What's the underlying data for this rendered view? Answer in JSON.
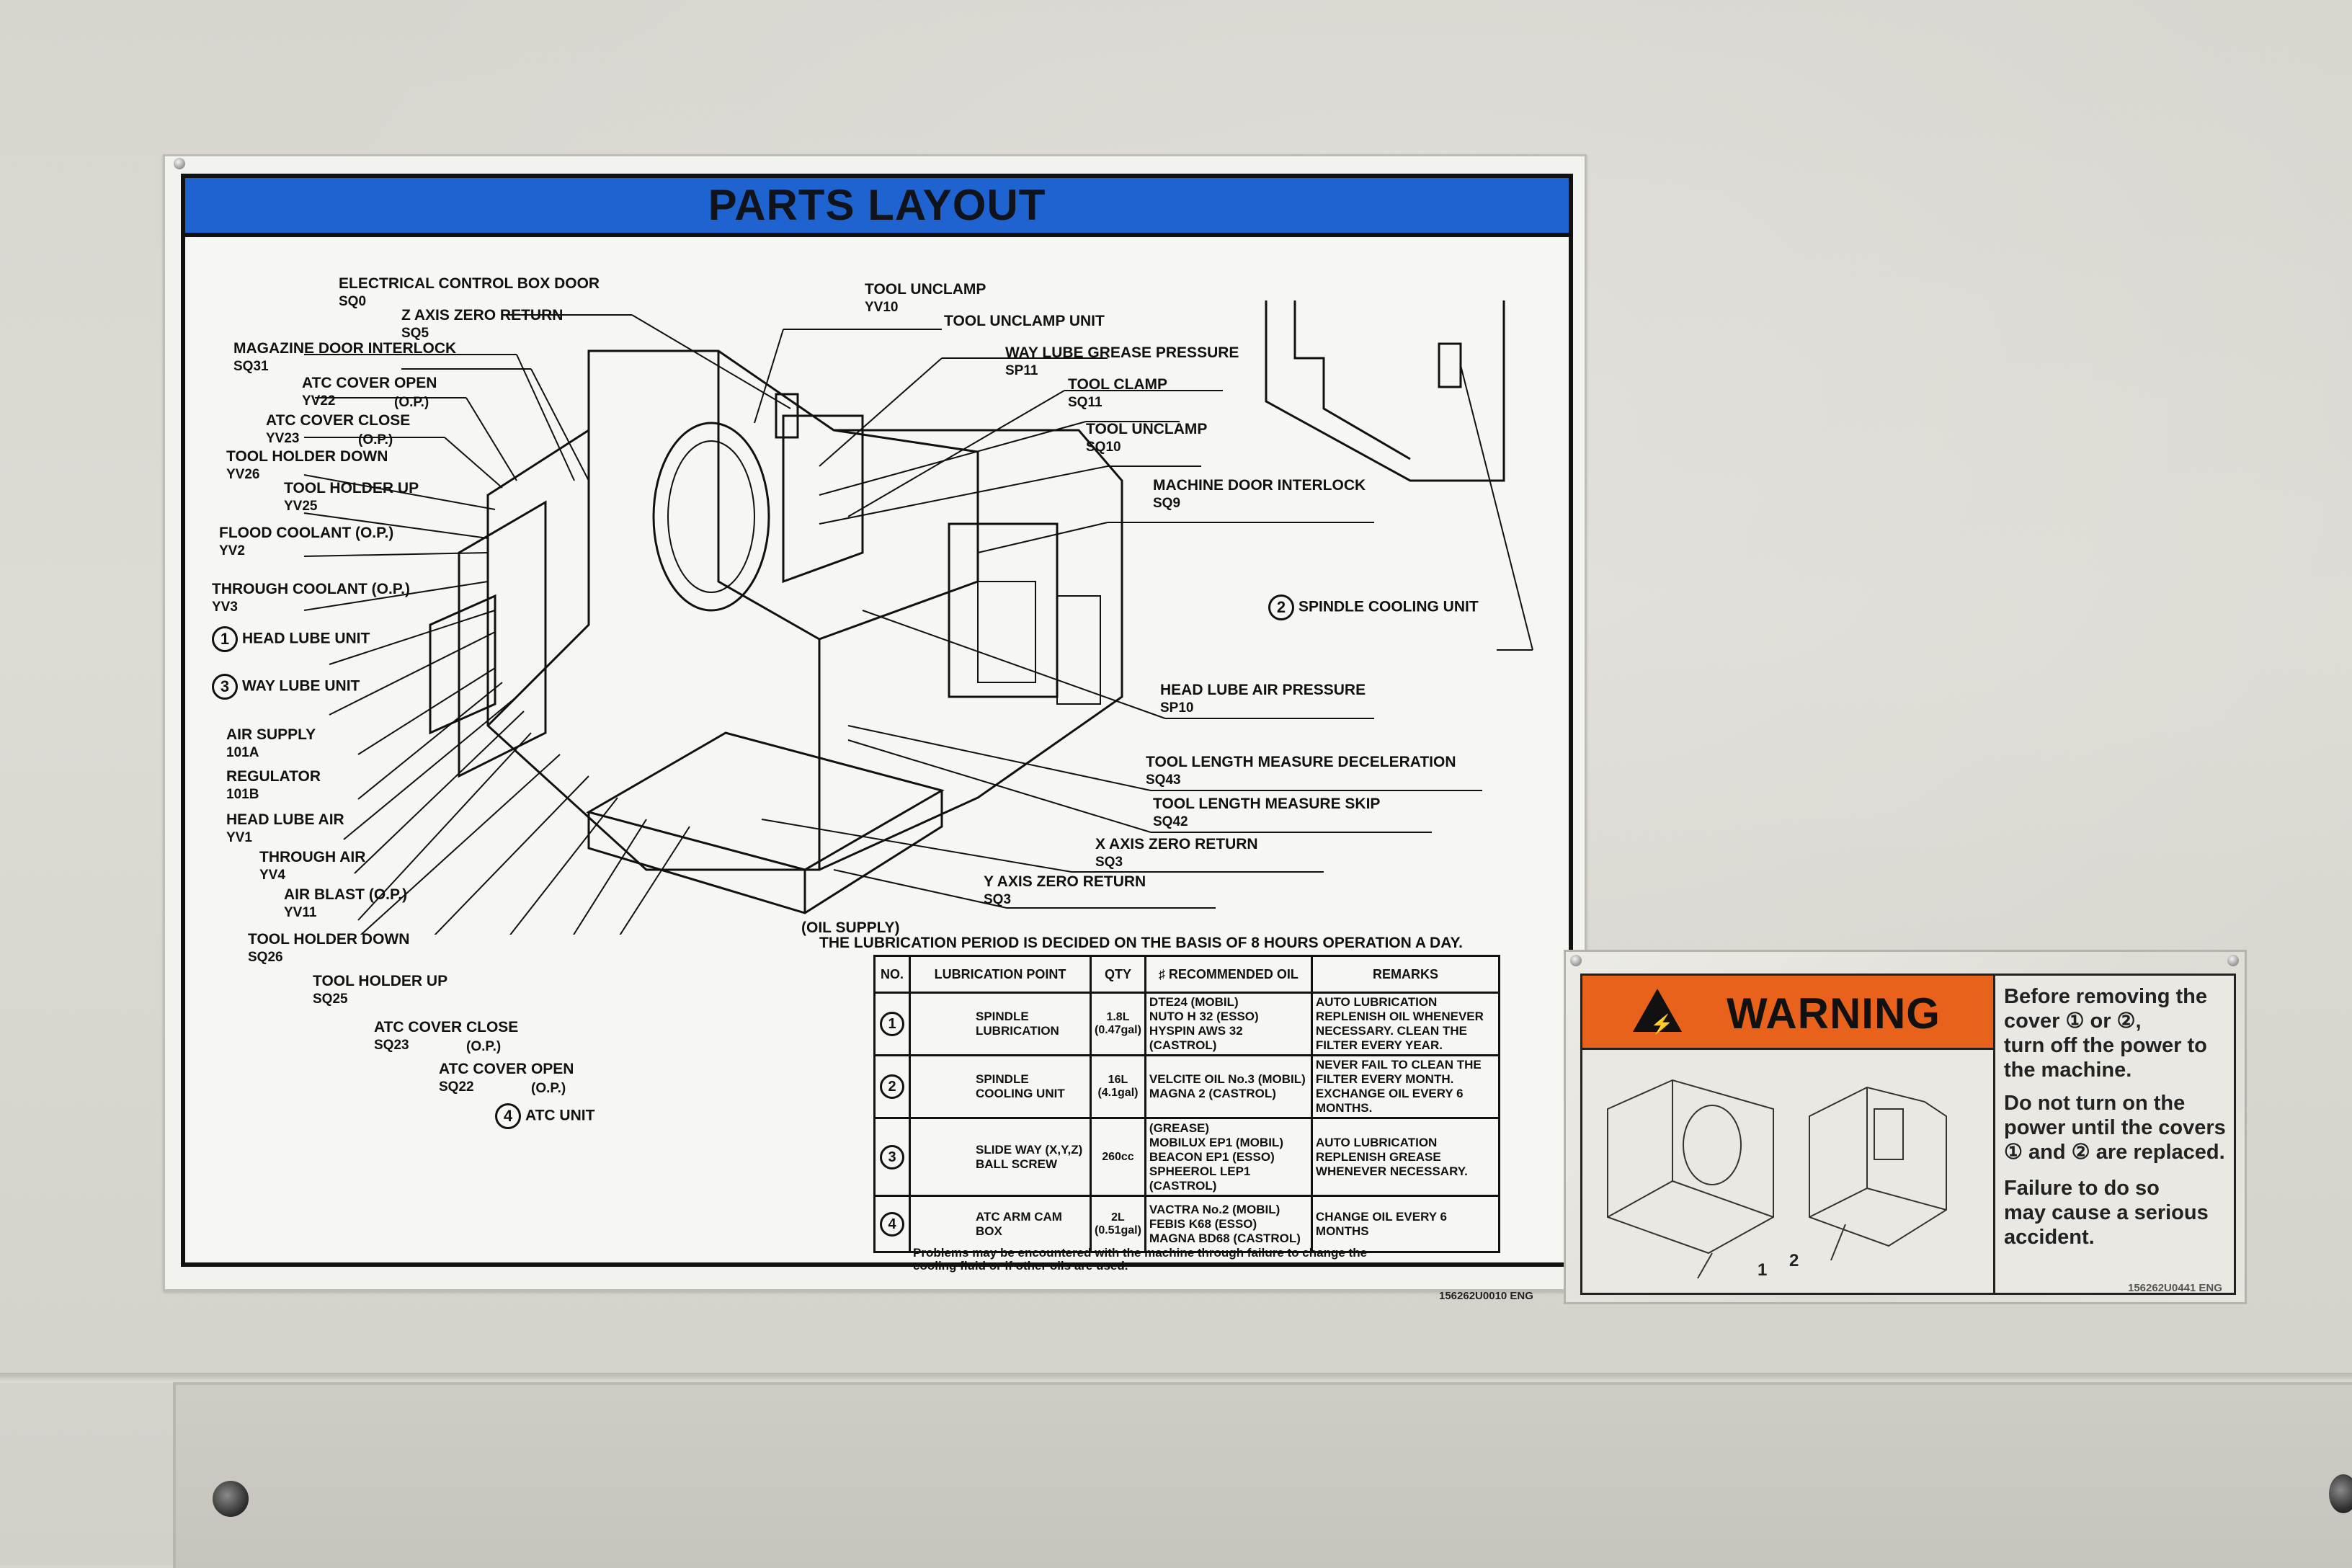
{
  "parts_layout": {
    "title": "PARTS LAYOUT",
    "labels": [
      {
        "name": "ELECTRICAL CONTROL BOX DOOR",
        "code": "SQ0"
      },
      {
        "name": "Z AXIS ZERO RETURN",
        "code": "SQ5"
      },
      {
        "name": "MAGAZINE DOOR INTERLOCK",
        "code": "SQ31"
      },
      {
        "name": "ATC COVER OPEN",
        "code": "YV22",
        "note": "(O.P.)"
      },
      {
        "name": "ATC COVER CLOSE",
        "code": "YV23",
        "note": "(O.P.)"
      },
      {
        "name": "TOOL HOLDER DOWN",
        "code": "YV26"
      },
      {
        "name": "TOOL HOLDER UP",
        "code": "YV25"
      },
      {
        "name": "FLOOD COOLANT (O.P.)",
        "code": "YV2"
      },
      {
        "name": "THROUGH COOLANT (O.P.)",
        "code": "YV3"
      },
      {
        "name": "HEAD LUBE UNIT",
        "num": "1"
      },
      {
        "name": "WAY LUBE UNIT",
        "num": "3"
      },
      {
        "name": "AIR SUPPLY",
        "code": "101A"
      },
      {
        "name": "REGULATOR",
        "code": "101B"
      },
      {
        "name": "HEAD LUBE AIR",
        "code": "YV1"
      },
      {
        "name": "THROUGH AIR",
        "code": "YV4"
      },
      {
        "name": "AIR BLAST (O.P.)",
        "code": "YV11"
      },
      {
        "name": "TOOL HOLDER DOWN",
        "code": "SQ26"
      },
      {
        "name": "TOOL HOLDER UP",
        "code": "SQ25"
      },
      {
        "name": "ATC COVER CLOSE",
        "code": "SQ23",
        "note": "(O.P.)"
      },
      {
        "name": "ATC COVER OPEN",
        "code": "SQ22",
        "note": "(O.P.)"
      },
      {
        "name": "ATC UNIT",
        "num": "4"
      },
      {
        "name": "TOOL UNCLAMP",
        "code": "YV10"
      },
      {
        "name": "TOOL UNCLAMP UNIT"
      },
      {
        "name": "WAY LUBE GREASE PRESSURE",
        "code": "SP11"
      },
      {
        "name": "TOOL CLAMP",
        "code": "SQ11"
      },
      {
        "name": "TOOL UNCLAMP",
        "code": "SQ10"
      },
      {
        "name": "MACHINE DOOR INTERLOCK",
        "code": "SQ9"
      },
      {
        "name": "SPINDLE COOLING UNIT",
        "num": "2"
      },
      {
        "name": "HEAD LUBE AIR PRESSURE",
        "code": "SP10"
      },
      {
        "name": "TOOL LENGTH MEASURE DECELERATION",
        "code": "SQ43"
      },
      {
        "name": "TOOL LENGTH MEASURE SKIP",
        "code": "SQ42"
      },
      {
        "name": "X AXIS ZERO RETURN",
        "code": "SQ3"
      },
      {
        "name": "Y AXIS ZERO RETURN",
        "code": "SQ3"
      },
      {
        "name": "(OIL SUPPLY)"
      }
    ],
    "basis_note": "THE LUBRICATION PERIOD IS DECIDED ON THE BASIS OF 8 HOURS OPERATION A DAY.",
    "table": {
      "headers": [
        "NO.",
        "LUBRICATION POINT",
        "QTY",
        "♯ RECOMMENDED OIL",
        "REMARKS"
      ],
      "rows": [
        {
          "no": "1",
          "point": "SPINDLE LUBRICATION",
          "qty": "1.8L (0.47gal)",
          "oil": [
            "DTE24 (MOBIL)",
            "NUTO H 32 (ESSO)",
            "HYSPIN AWS 32 (CASTROL)"
          ],
          "remarks": "AUTO LUBRICATION REPLENISH OIL WHENEVER NECESSARY. CLEAN THE FILTER EVERY YEAR."
        },
        {
          "no": "2",
          "point": "SPINDLE COOLING UNIT",
          "qty": "16L (4.1gal)",
          "oil": [
            "VELCITE OIL No.3 (MOBIL)",
            "MAGNA 2 (CASTROL)"
          ],
          "remarks": "NEVER FAIL TO CLEAN THE FILTER EVERY MONTH. EXCHANGE OIL EVERY 6 MONTHS."
        },
        {
          "no": "3",
          "point": "SLIDE WAY (X,Y,Z) BALL SCREW",
          "qty": "260cc",
          "oil": [
            "(GREASE)",
            "MOBILUX EP1 (MOBIL)",
            "BEACON EP1 (ESSO)",
            "SPHEEROL LEP1 (CASTROL)"
          ],
          "remarks": "AUTO LUBRICATION REPLENISH GREASE WHENEVER NECESSARY."
        },
        {
          "no": "4",
          "point": "ATC ARM CAM BOX",
          "qty": "2L (0.51gal)",
          "oil": [
            "VACTRA No.2 (MOBIL)",
            "FEBIS K68 (ESSO)",
            "MAGNA BD68 (CASTROL)"
          ],
          "remarks": "CHANGE OIL EVERY 6 MONTHS"
        }
      ]
    },
    "problems_note": "Problems may be encountered with the machine through failure to change the cooling fluid or if other oils are used.",
    "part_number": "156262U0010 ENG"
  },
  "warning": {
    "title": "WARNING",
    "text": [
      "Before removing the",
      "cover ① or ②,",
      "turn off the power to",
      "the machine.",
      "Do not turn on the",
      "power until the covers",
      "① and ② are replaced.",
      "Failure to do so",
      "may cause a serious",
      "accident."
    ],
    "callouts": [
      "1",
      "2"
    ],
    "part_number": "156262U0441 ENG"
  }
}
